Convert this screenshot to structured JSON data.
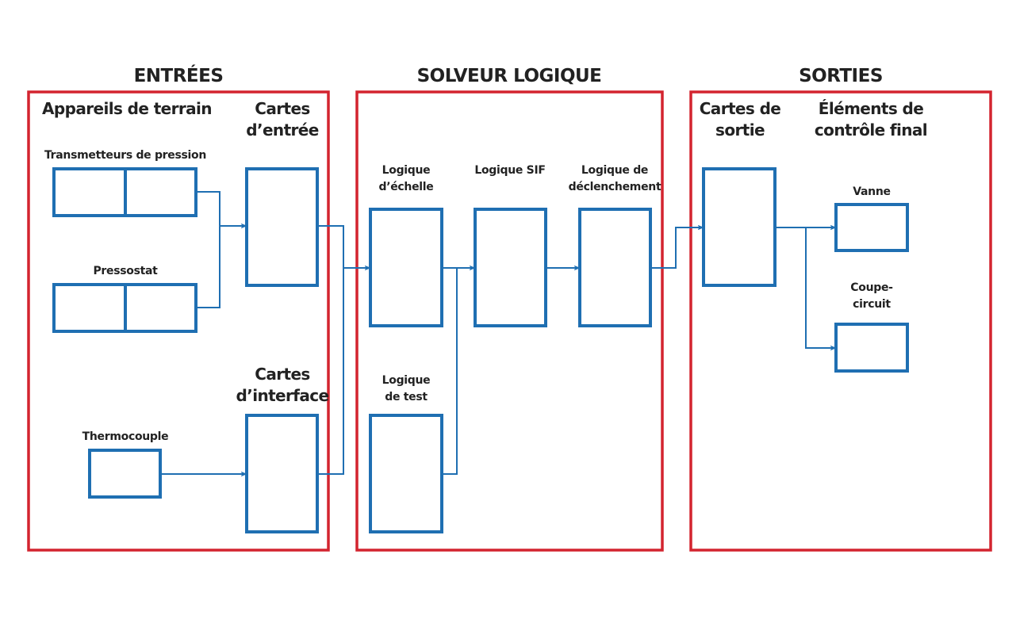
{
  "colors": {
    "section_border": "#d3242f",
    "block_border": "#1f6fb2",
    "connector": "#1f6fb2",
    "text": "#222222"
  },
  "sections": [
    {
      "id": "inputs",
      "title": "ENTRÉES"
    },
    {
      "id": "logic-solver",
      "title": "SOLVEUR LOGIQUE"
    },
    {
      "id": "outputs",
      "title": "SORTIES"
    }
  ],
  "inputs": {
    "field_devices_title": "Appareils de terrain",
    "input_cards_title_line1": "Cartes",
    "input_cards_title_line2": "d’entrée",
    "interface_cards_title_line1": "Cartes",
    "interface_cards_title_line2": "d’interface",
    "devices": {
      "pressure_transmitters": "Transmetteurs de pression",
      "pressure_switch": "Pressostat",
      "thermocouple": "Thermocouple"
    }
  },
  "logic_solver": {
    "scale_logic_line1": "Logique",
    "scale_logic_line2": "d’échelle",
    "sif_logic": "Logique SIF",
    "trip_logic_line1": "Logique de",
    "trip_logic_line2": "déclenchement",
    "test_logic_line1": "Logique",
    "test_logic_line2": "de test"
  },
  "outputs": {
    "output_cards_title_line1": "Cartes de",
    "output_cards_title_line2": "sortie",
    "final_elements_title_line1": "Éléments de",
    "final_elements_title_line2": "contrôle final",
    "valve": "Vanne",
    "breaker_line1": "Coupe-",
    "breaker_line2": "circuit"
  }
}
